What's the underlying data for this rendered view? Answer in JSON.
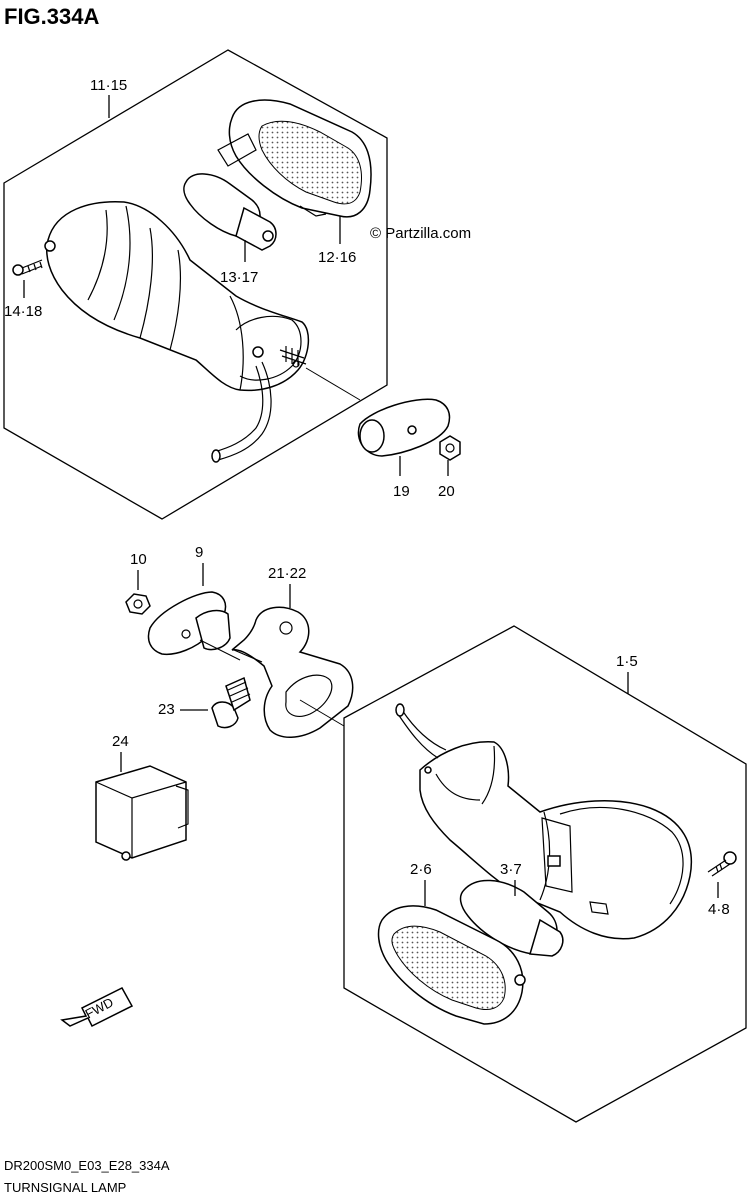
{
  "figure": {
    "title": "FIG.334A",
    "watermark": "© Partzilla.com",
    "code": "DR200SM0_E03_E28_334A",
    "caption": "TURNSIGNAL LAMP",
    "fwd_label": "FWD"
  },
  "callouts": {
    "c11_15": "11·15",
    "c12_16": "12·16",
    "c13_17": "13·17",
    "c14_18": "14·18",
    "c19": "19",
    "c20": "20",
    "c10": "10",
    "c9": "9",
    "c21_22": "21·22",
    "c23": "23",
    "c24": "24",
    "c1_5": "1·5",
    "c2_6": "2·6",
    "c3_7": "3·7",
    "c4_8": "4·8"
  }
}
